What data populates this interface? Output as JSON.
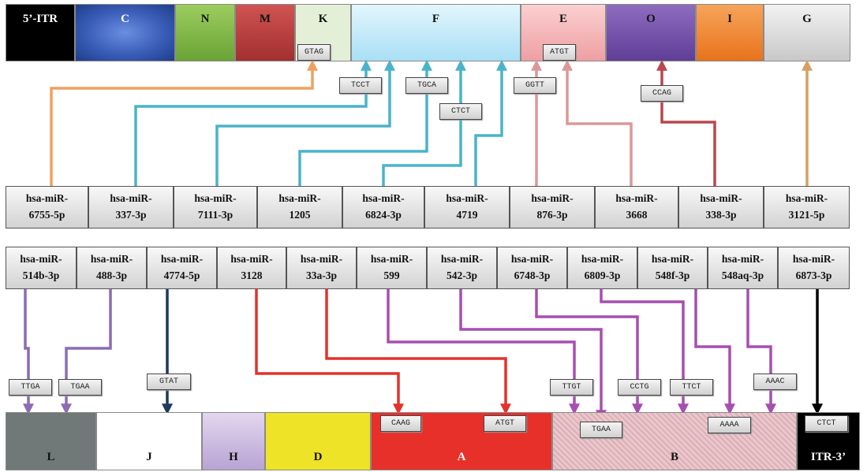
{
  "top_genome": [
    {
      "label": "5’-ITR",
      "color": "#000000",
      "text": "#ffffff"
    },
    {
      "label": "C",
      "color": "#2f4fa8",
      "text": "#ffffff"
    },
    {
      "label": "N",
      "color": "#86bd4a",
      "text": "#111111"
    },
    {
      "label": "M",
      "color": "#c0403f",
      "text": "#111111"
    },
    {
      "label": "K",
      "color": "#e4efd8",
      "text": "#111111"
    },
    {
      "label": "F",
      "color": "#c7ecfa",
      "text": "#111111"
    },
    {
      "label": "E",
      "color": "#f6b9b9",
      "text": "#111111"
    },
    {
      "label": "O",
      "color": "#7a58b0",
      "text": "#111111"
    },
    {
      "label": "I",
      "color": "#f08733",
      "text": "#111111"
    },
    {
      "label": "G",
      "color": "#dcdcdc",
      "text": "#111111"
    }
  ],
  "bottom_genome": [
    {
      "label": "L",
      "color": "#707878",
      "text": "#111111"
    },
    {
      "label": "J",
      "color": "#ffffff",
      "text": "#111111"
    },
    {
      "label": "H",
      "color": "#cdbde0",
      "text": "#111111"
    },
    {
      "label": "D",
      "color": "#eee326",
      "text": "#111111"
    },
    {
      "label": "A",
      "color": "#e8302b",
      "text": "#ffffff"
    },
    {
      "label": "B",
      "color": "#e6c2c8",
      "text": "#111111"
    },
    {
      "label": "ITR-3’",
      "color": "#000000",
      "text": "#ffffff"
    }
  ],
  "mirnas_top": [
    [
      "hsa-miR-",
      "6755-5p"
    ],
    [
      "hsa-miR-",
      "337-3p"
    ],
    [
      "hsa-miR-",
      "7111-3p"
    ],
    [
      "hsa-miR-",
      "1205"
    ],
    [
      "hsa-miR-",
      "6824-3p"
    ],
    [
      "hsa-miR-",
      "4719"
    ],
    [
      "hsa-miR-",
      "876-3p"
    ],
    [
      "hsa-miR-",
      "3668"
    ],
    [
      "hsa-miR-",
      "338-3p"
    ],
    [
      "hsa-miR-",
      "3121-5p"
    ]
  ],
  "mirnas_bottom": [
    [
      "hsa-miR-",
      "514b-3p"
    ],
    [
      "hsa-miR-",
      "488-3p"
    ],
    [
      "hsa-miR-",
      "4774-5p"
    ],
    [
      "hsa-miR-",
      "3128"
    ],
    [
      "hsa-miR-",
      "33a-3p"
    ],
    [
      "hsa-miR-",
      "599"
    ],
    [
      "hsa-miR-",
      "542-3p"
    ],
    [
      "hsa-miR-",
      "6748-3p"
    ],
    [
      "hsa-miR-",
      "6809-3p"
    ],
    [
      "hsa-miR-",
      "548f-3p"
    ],
    [
      "hsa-miR-",
      "548aq-3p"
    ],
    [
      "hsa-miR-",
      "6873-3p"
    ]
  ],
  "seed_tags": [
    "GTAG",
    "ATGT",
    "TCCT",
    "TGCA",
    "CTCT",
    "GGTT",
    "CCAG",
    "TTGA",
    "TGAA",
    "GTAT",
    "TTGT",
    "CCTG",
    "TTCT",
    "AAAC",
    "CAAG",
    "ATGT",
    "TGAA",
    "AAAA",
    "CTCT"
  ],
  "link_colors": {
    "orange": "#f0a060",
    "teal": "#4ab3c9",
    "pink": "#dc9898",
    "crimson": "#b8474f",
    "tan": "#d7a062",
    "lavender": "#8a6cb4",
    "violet": "#a64fb0",
    "navy": "#1c3a5c",
    "red": "#e2322c",
    "black": "#000000"
  }
}
